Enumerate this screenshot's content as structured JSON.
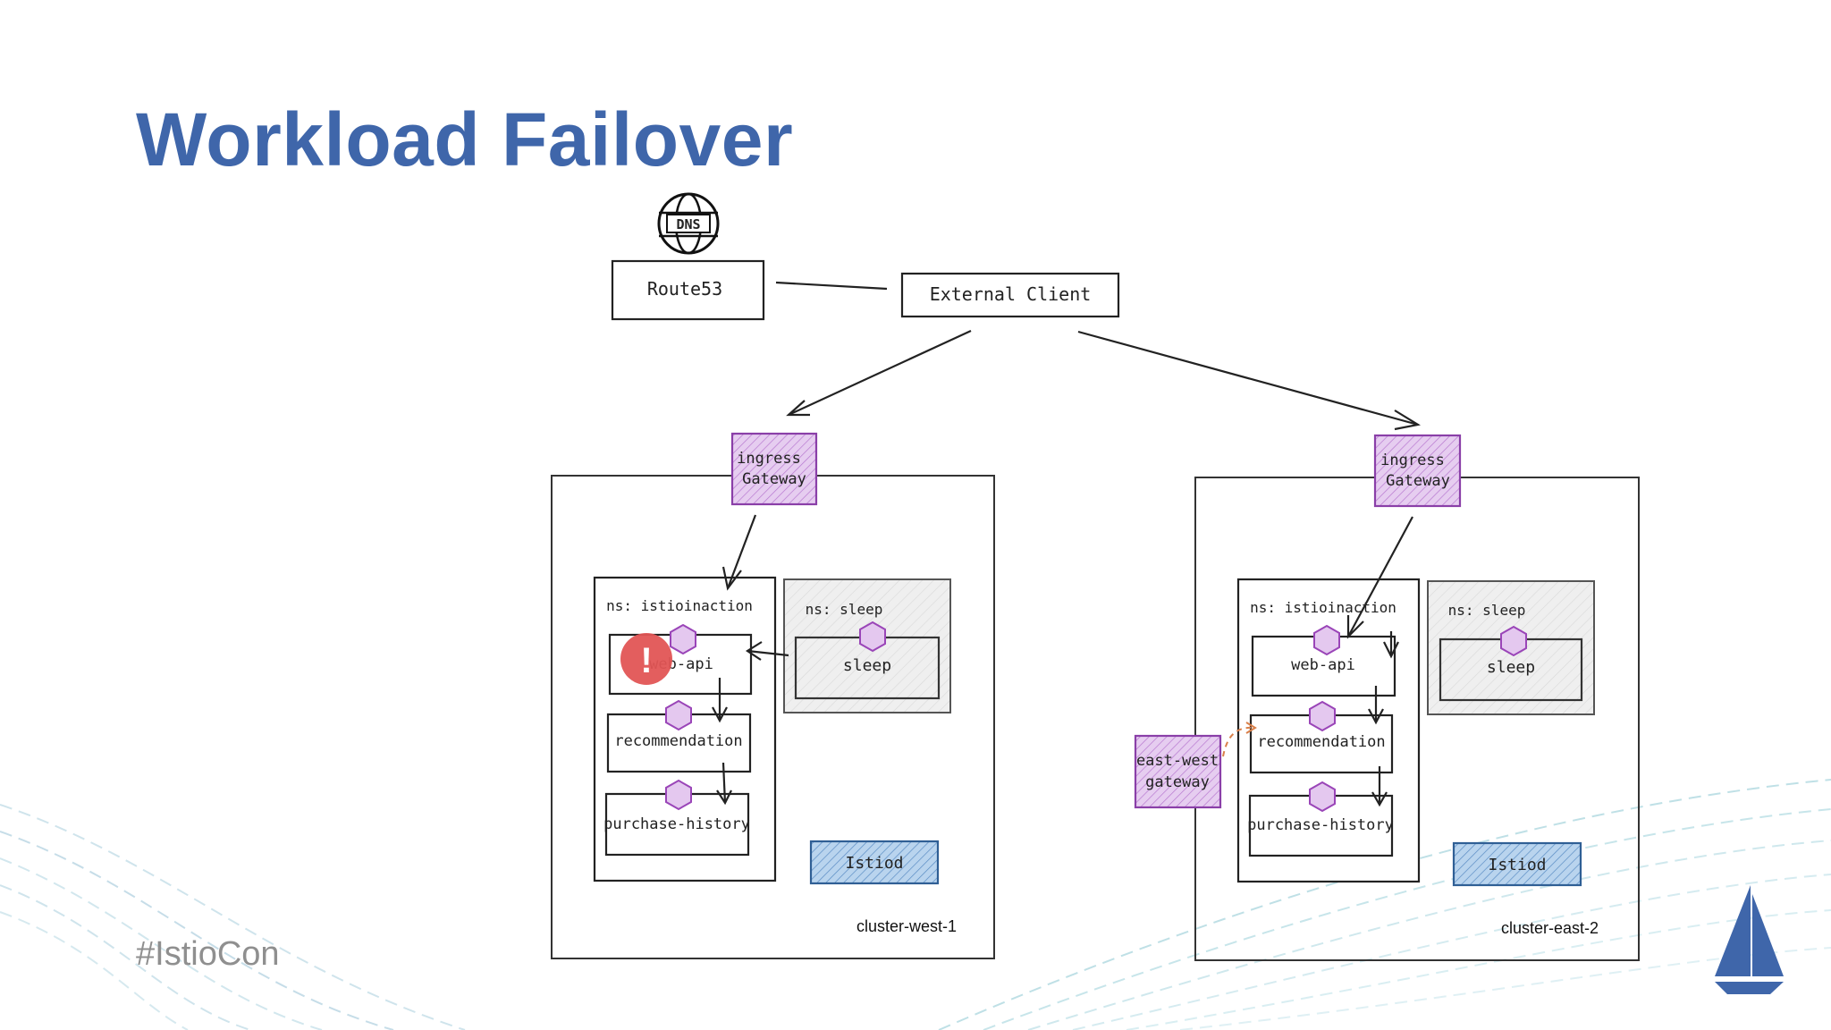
{
  "slide": {
    "title": "Workload Failover",
    "hashtag": "#IstioCon"
  },
  "diagram": {
    "dns_icon_label": "DNS",
    "route53": "Route53",
    "external_client": "External Client",
    "clusters": [
      {
        "name": "cluster-west-1",
        "ingress": [
          "ingress",
          "Gateway"
        ],
        "ns_main": "ns: istioinaction",
        "ns_sleep": "ns: sleep",
        "services": [
          "web-api",
          "recommendation",
          "purchase-history"
        ],
        "sleep": "sleep",
        "istiod": "Istiod",
        "failure_marker": "!"
      },
      {
        "name": "cluster-east-2",
        "ingress": [
          "ingress",
          "Gateway"
        ],
        "ns_main": "ns: istioinaction",
        "ns_sleep": "ns: sleep",
        "services": [
          "web-api",
          "recommendation",
          "purchase-history"
        ],
        "sleep": "sleep",
        "istiod": "Istiod",
        "east_west": [
          "east-west",
          "gateway"
        ]
      }
    ]
  },
  "colors": {
    "title": "#3f66aa",
    "gateway_fill": "#e2c6ee",
    "gateway_stroke": "#8a3fa8",
    "istiod_fill": "#a9c7e6",
    "istiod_stroke": "#2f5f95",
    "namespace_sleep_fill": "#ececec",
    "alert": "#e15555",
    "logo": "#3f66aa"
  },
  "icons": [
    "globe-dns-icon",
    "alert-icon",
    "istio-logo-icon"
  ]
}
